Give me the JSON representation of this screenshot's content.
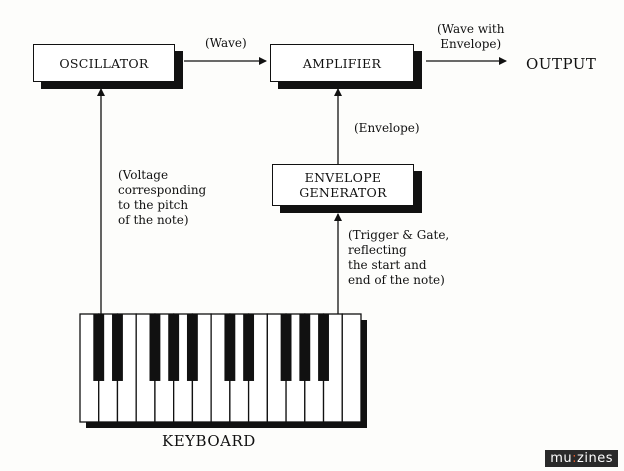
{
  "diagram": {
    "blocks": {
      "oscillator": "OSCILLATOR",
      "amplifier": "AMPLIFIER",
      "envelope_generator": [
        "ENVELOPE",
        "GENERATOR"
      ]
    },
    "labels": {
      "wave": "(Wave)",
      "wave_with_envelope": [
        "(Wave with",
        "Envelope)"
      ],
      "output": "OUTPUT",
      "envelope": "(Envelope)",
      "voltage": [
        "(Voltage",
        "corresponding",
        "to the pitch",
        "of the note)"
      ],
      "trigger_gate": [
        "(Trigger & Gate,",
        "reflecting",
        "the start and",
        "end of the note)"
      ],
      "keyboard": "KEYBOARD"
    },
    "keyboard": {
      "white_keys": 15
    },
    "brand": {
      "prefix": "mu",
      "sep": ":",
      "suffix": "zines"
    }
  }
}
